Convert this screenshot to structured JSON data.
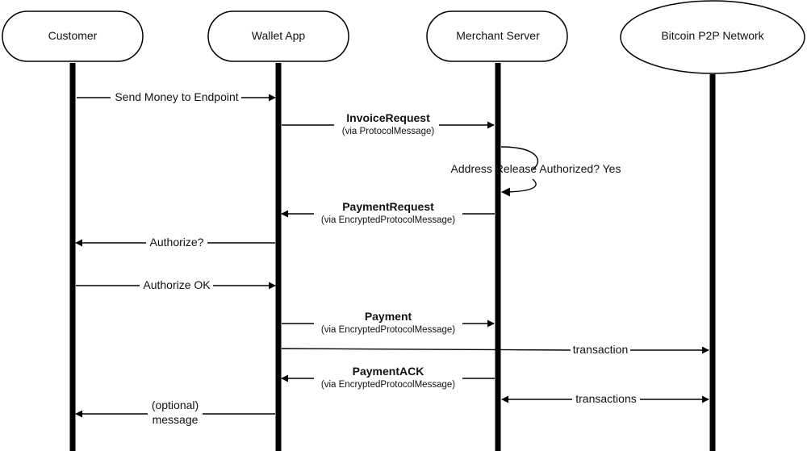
{
  "actors": [
    {
      "label": "Customer",
      "shape": "rounded-rect"
    },
    {
      "label": "Wallet App",
      "shape": "rounded-rect"
    },
    {
      "label": "Merchant Server",
      "shape": "rounded-rect"
    },
    {
      "label": "Bitcoin P2P Network",
      "shape": "ellipse"
    }
  ],
  "messages": [
    {
      "from": 0,
      "to": 1,
      "label": "Send Money to Endpoint",
      "sublabel": "",
      "bold": false
    },
    {
      "from": 1,
      "to": 2,
      "label": "InvoiceRequest",
      "sublabel": "(via ProtocolMessage)",
      "bold": true
    },
    {
      "from": 2,
      "to": 2,
      "label": "Address Release Authorized? Yes",
      "sublabel": "",
      "bold": false,
      "self": true
    },
    {
      "from": 2,
      "to": 1,
      "label": "PaymentRequest",
      "sublabel": "(via EncryptedProtocolMessage)",
      "bold": true
    },
    {
      "from": 1,
      "to": 0,
      "label": "Authorize?",
      "sublabel": "",
      "bold": false
    },
    {
      "from": 0,
      "to": 1,
      "label": "Authorize OK",
      "sublabel": "",
      "bold": false
    },
    {
      "from": 1,
      "to": 2,
      "label": "Payment",
      "sublabel": "(via EncryptedProtocolMessage)",
      "bold": true
    },
    {
      "from": 1,
      "to": 3,
      "label": "transaction",
      "sublabel": "",
      "bold": false
    },
    {
      "from": 2,
      "to": 1,
      "label": "PaymentACK",
      "sublabel": "(via EncryptedProtocolMessage)",
      "bold": true
    },
    {
      "from": 2,
      "to": 3,
      "label": "transactions",
      "sublabel": "",
      "bold": false,
      "bidirectional": true
    },
    {
      "from": 1,
      "to": 0,
      "label": "(optional)",
      "sublabel": "message",
      "bold": false
    }
  ],
  "colors": {
    "line": "#000000",
    "background": "#ffffff",
    "text": "#111111"
  }
}
